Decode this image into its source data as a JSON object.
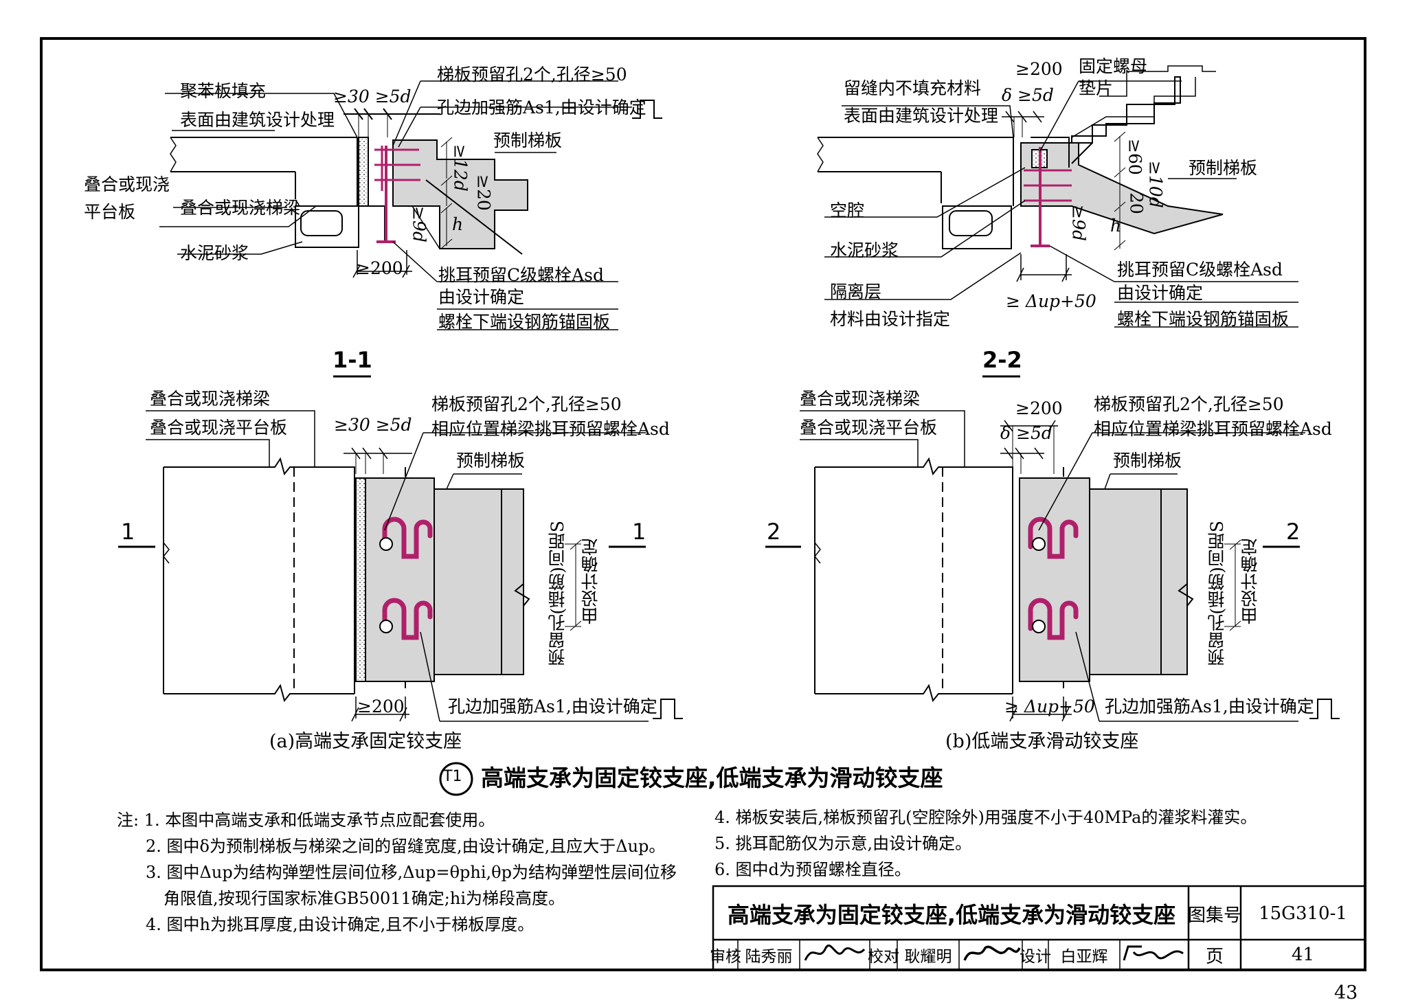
{
  "section_1": {
    "title": "1-1",
    "labels": {
      "fill": "聚苯板填充",
      "surface": "表面由建筑设计处理",
      "gap_dims": "≥30 ≥5d",
      "holes": "梯板预留孔2个,孔径≥50",
      "hole_rebar": "孔边加强筋As1,由设计确定",
      "precast": "预制梯板",
      "platform": "叠合或现浇",
      "platform2": "平台板",
      "beam": "叠合或现浇梯梁",
      "mortar": "水泥砂浆",
      "d12": "≥12d",
      "d20": "≥20",
      "d9": "≥9d",
      "h": "h",
      "w200": "≥200",
      "bolt": "挑耳预留C级螺栓Asd",
      "bolt2": "由设计确定",
      "anchor": "螺栓下端设钢筋锚固板"
    }
  },
  "section_2": {
    "title": "2-2",
    "labels": {
      "gap_fill": "留缝内不填充材料",
      "surface": "表面由建筑设计处理",
      "w200": "≥200",
      "delta": "δ ≥5d",
      "nut": "固定螺母",
      "washer": "垫片",
      "precast": "预制梯板",
      "d60": "≥60",
      "d10": "≥10d",
      "d20": "20",
      "d9": "≥9d",
      "h": "h",
      "cavity": "空腔",
      "mortar": "水泥砂浆",
      "iso": "隔离层",
      "iso2": "材料由设计指定",
      "du": "≥ Δup+50",
      "bolt": "挑耳预留C级螺栓Asd",
      "bolt2": "由设计确定",
      "anchor": "螺栓下端设钢筋锚固板"
    }
  },
  "plan_a": {
    "beam": "叠合或现浇梯梁",
    "platform": "叠合或现浇平台板",
    "gap_dims": "≥30 ≥5d",
    "holes": "梯板预留孔2个,孔径≥50",
    "holes2": "相应位置梯梁挑耳预留螺栓Asd",
    "precast": "预制梯板",
    "cut": "1",
    "spacing": "预留孔(插筋)间距S",
    "spacing2": "由设计确定",
    "w200": "≥200",
    "hole_rebar": "孔边加强筋As1,由设计确定",
    "caption": "(a)高端支承固定铰支座"
  },
  "plan_b": {
    "beam": "叠合或现浇梯梁",
    "platform": "叠合或现浇平台板",
    "w200": "≥200",
    "delta": "δ ≥5d",
    "holes": "梯板预留孔2个,孔径≥50",
    "holes2": "相应位置梯梁挑耳预留螺栓Asd",
    "precast": "预制梯板",
    "cut": "2",
    "spacing": "预留孔(插筋)间距S",
    "spacing2": "由设计确定",
    "du": "≥ Δup+50",
    "hole_rebar": "孔边加强筋As1,由设计确定",
    "caption": "(b)低端支承滑动铰支座"
  },
  "figure": {
    "badge": "T1",
    "title": "高端支承为固定铰支座,低端支承为滑动铰支座"
  },
  "notes": {
    "n1": "注: 1. 本图中高端支承和低端支承节点应配套使用。",
    "n2": "2. 图中δ为预制梯板与梯梁之间的留缝宽度,由设计确定,且应大于Δup。",
    "n3": "3. 图中Δup为结构弹塑性层间位移,Δup=θphi,θp为结构弹塑性层间位移",
    "n3b": "角限值,按现行国家标准GB50011确定;hi为梯段高度。",
    "n4": "4. 图中h为挑耳厚度,由设计确定,且不小于梯板厚度。",
    "n5": "4. 梯板安装后,梯板预留孔(空腔除外)用强度不小于40MPa的灌浆料灌实。",
    "n6": "5. 挑耳配筋仅为示意,由设计确定。",
    "n7": "6. 图中d为预留螺栓直径。"
  },
  "title_block": {
    "title": "高端支承为固定铰支座,低端支承为滑动铰支座",
    "atlas_label": "图集号",
    "atlas_no": "15G310-1",
    "review": "审核",
    "reviewer": "陆秀丽",
    "check": "校对",
    "checker": "耿耀明",
    "design": "设计",
    "designer": "白亚辉",
    "page_label": "页",
    "page_no": "41"
  },
  "page_number": "43"
}
